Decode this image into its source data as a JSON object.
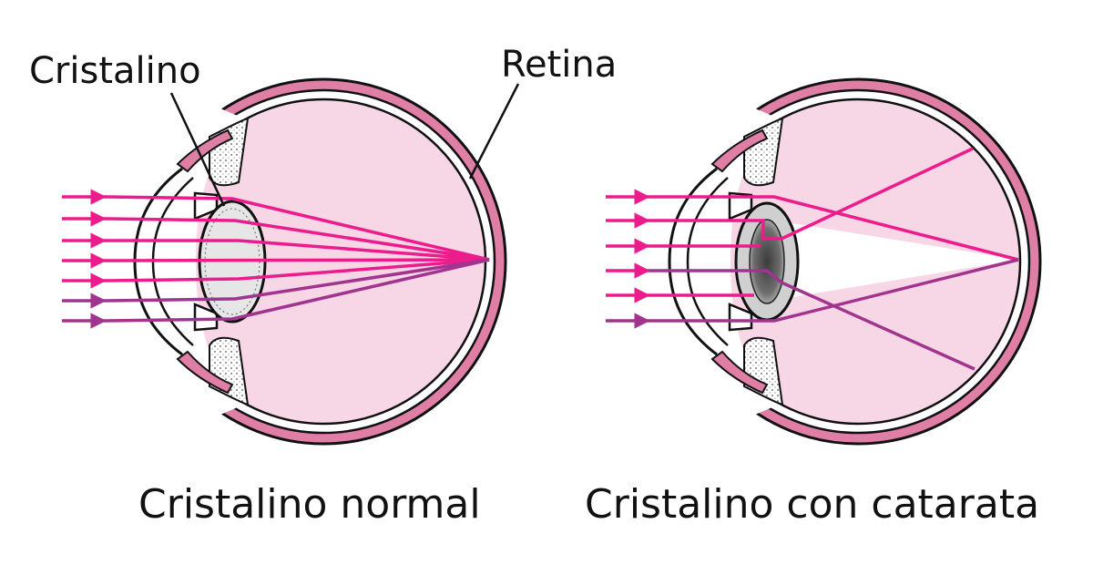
{
  "labels": {
    "lens": "Cristalino",
    "retina": "Retina"
  },
  "panels": [
    {
      "caption": "Cristalino normal",
      "state": "normal"
    },
    {
      "caption": "Cristalino con catarata",
      "state": "cataract"
    }
  ],
  "colors": {
    "sclera": "#e07fa6",
    "vitreous": "#f7d6e6",
    "ray": "#ec1c8c",
    "ray_faded": "#a0348e",
    "outline": "#111111",
    "lens_clear": "#e6e6e6",
    "lens_cloudy": "#8a8a8a"
  }
}
